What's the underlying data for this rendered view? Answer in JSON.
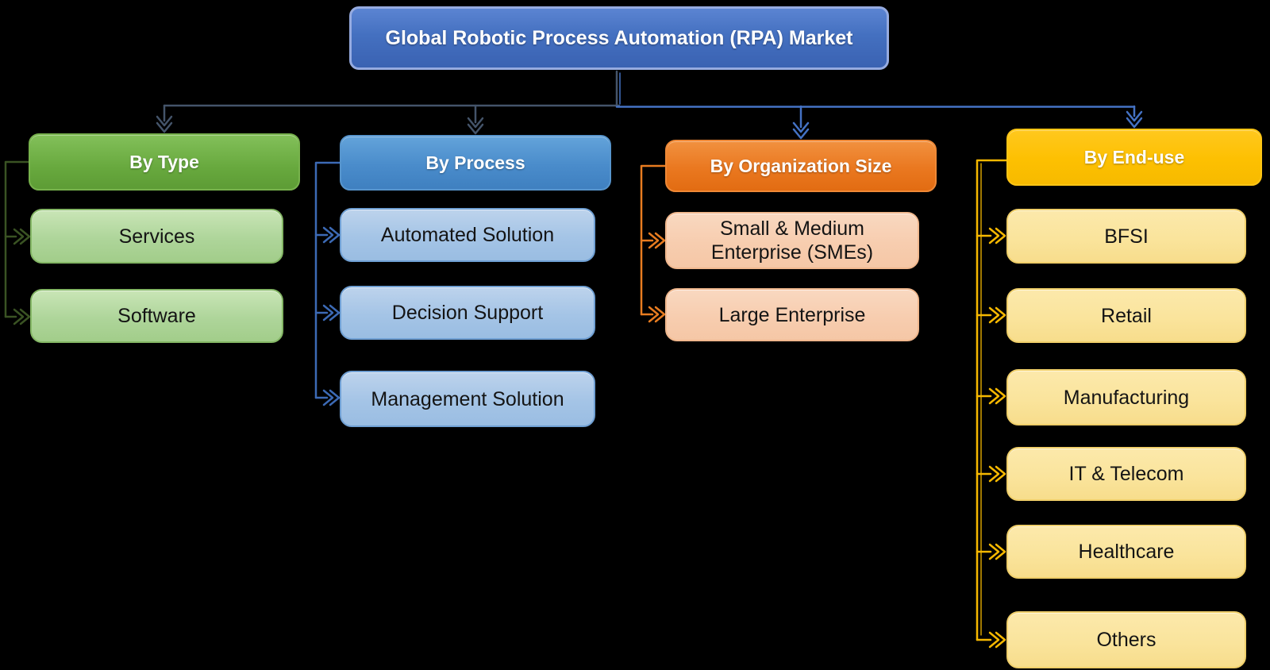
{
  "title": "Global Robotic Process Automation (RPA) Market",
  "columns": [
    {
      "header": "By Type",
      "items": [
        "Services",
        "Software"
      ],
      "theme_color": "#70ad47",
      "child_color": "#a9d18e",
      "connector_color": "#3a5323"
    },
    {
      "header": "By Process",
      "items": [
        "Automated Solution",
        "Decision Support",
        "Management Solution"
      ],
      "theme_color": "#5b9bd5",
      "child_color": "#9dc3e6",
      "connector_color": "#3c6ab5"
    },
    {
      "header": "By Organization Size",
      "items": [
        "Small & Medium Enterprise (SMEs)",
        "Large Enterprise"
      ],
      "theme_color": "#ed7d31",
      "child_color": "#f8cbad",
      "connector_color": "#e87c20"
    },
    {
      "header": "By End-use",
      "items": [
        "BFSI",
        "Retail",
        "Manufacturing",
        "IT & Telecom",
        "Healthcare",
        "Others"
      ],
      "theme_color": "#ffc000",
      "child_color": "#ffe699",
      "connector_color": "#f6b800"
    }
  ],
  "root_color": "#4472c4",
  "top_tree_colors": {
    "left": "#44546a",
    "right": "#4472c4"
  },
  "background_color": "#000000"
}
